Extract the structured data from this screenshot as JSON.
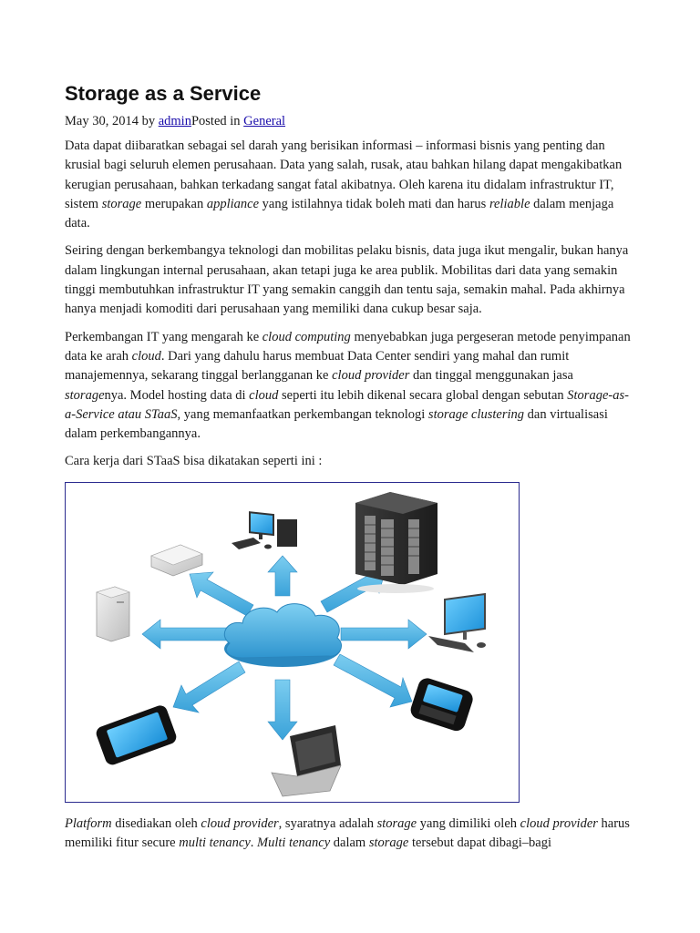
{
  "post": {
    "title": "Storage as a Service",
    "date": "May 30, 2014",
    "by": "by",
    "author": "admin",
    "posted_in": "Posted in",
    "category": "General"
  },
  "paragraphs": [
    [
      {
        "t": "Data dapat diibaratkan sebagai sel darah yang berisikan informasi – informasi bisnis yang penting dan krusial bagi seluruh elemen perusahaan. Data yang salah, rusak, atau bahkan hilang dapat mengakibatkan kerugian perusahaan, bahkan terkadang sangat fatal akibatnya. Oleh karena itu didalam infrastruktur IT, sistem "
      },
      {
        "t": "storage",
        "i": true
      },
      {
        "t": " merupakan "
      },
      {
        "t": "appliance",
        "i": true
      },
      {
        "t": " yang istilahnya tidak boleh mati dan harus "
      },
      {
        "t": "reliable",
        "i": true
      },
      {
        "t": " dalam menjaga data."
      }
    ],
    [
      {
        "t": "Seiring dengan berkembangya teknologi dan mobilitas pelaku bisnis, data juga ikut mengalir, bukan hanya dalam lingkungan internal perusahaan, akan tetapi juga ke area publik. Mobilitas dari data yang semakin tinggi membutuhkan infrastruktur IT yang semakin canggih dan tentu saja, semakin mahal. Pada akhirnya hanya menjadi komoditi dari perusahaan yang memiliki dana cukup besar saja."
      }
    ],
    [
      {
        "t": "Perkembangan IT yang mengarah ke "
      },
      {
        "t": "cloud computing",
        "i": true
      },
      {
        "t": " menyebabkan juga pergeseran metode penyimpanan data ke arah "
      },
      {
        "t": "cloud",
        "i": true
      },
      {
        "t": ". Dari yang dahulu harus membuat Data Center sendiri yang mahal dan rumit manajemennya, sekarang tinggal berlangganan ke "
      },
      {
        "t": "cloud provider",
        "i": true
      },
      {
        "t": " dan tinggal menggunakan jasa "
      },
      {
        "t": "storage",
        "i": true
      },
      {
        "t": "nya. Model hosting data di "
      },
      {
        "t": "cloud",
        "i": true
      },
      {
        "t": " seperti itu lebih dikenal secara global dengan sebutan "
      },
      {
        "t": "Storage-as-a-Service atau STaaS",
        "i": true
      },
      {
        "t": ", yang memanfaatkan perkembangan teknologi "
      },
      {
        "t": "storage clustering",
        "i": true
      },
      {
        "t": " dan virtualisasi dalam perkembangannya."
      }
    ],
    [
      {
        "t": "Cara kerja dari STaaS bisa dikatakan seperti ini :"
      }
    ]
  ],
  "after_figure": [
    [
      {
        "t": "Platform",
        "i": true
      },
      {
        "t": " disediakan oleh "
      },
      {
        "t": "cloud provider",
        "i": true
      },
      {
        "t": ", syaratnya adalah "
      },
      {
        "t": "storage",
        "i": true
      },
      {
        "t": " yang dimiliki oleh "
      },
      {
        "t": "cloud provider",
        "i": true
      },
      {
        "t": " harus memiliki fitur secure "
      },
      {
        "t": "multi tenancy",
        "i": true
      },
      {
        "t": ". "
      },
      {
        "t": "Multi tenancy",
        "i": true
      },
      {
        "t": " dalam "
      },
      {
        "t": "storage",
        "i": true
      },
      {
        "t": " tersebut dapat dibagi–bagi"
      }
    ]
  ],
  "figure": {
    "cloud_color": "#4db3e3",
    "arrow_color": "#4aaee0",
    "border_color": "#2b2b8f",
    "icons": [
      "desktop-pc-icon",
      "server-rack-icon",
      "network-appliance-icon",
      "tower-server-icon",
      "monitor-workstation-icon",
      "smartphone-icon",
      "laptop-icon",
      "blackberry-phone-icon"
    ]
  }
}
